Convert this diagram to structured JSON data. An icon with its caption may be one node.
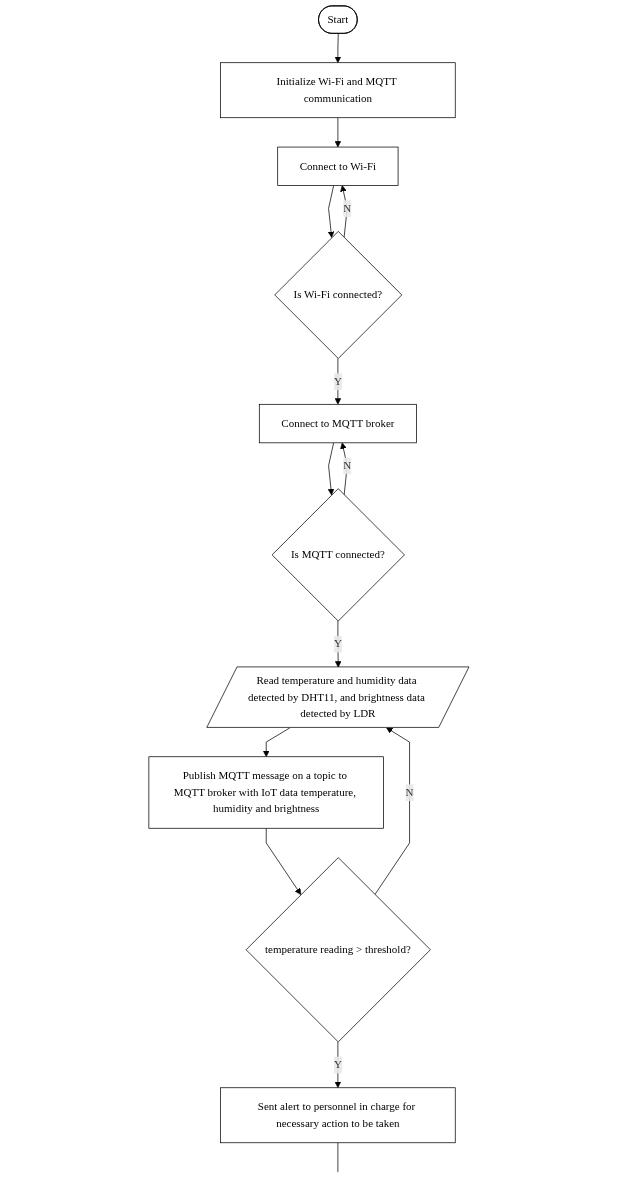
{
  "diagram": {
    "nodes": [
      {
        "text": [
          "Start"
        ]
      },
      {
        "text": [
          "Initialize Wi-Fi and MQTT communication"
        ]
      },
      {
        "text": [
          "Connect to Wi-Fi"
        ]
      },
      {
        "text": [
          "Is Wi-Fi connected?"
        ]
      },
      {
        "text": [
          "Connect to MQTT broker"
        ]
      },
      {
        "text": [
          "Is MQTT connected?"
        ]
      },
      {
        "text": [
          "Read temperature and humidity data detected by DHT11, and brightness data detected by LDR"
        ]
      },
      {
        "text": [
          "Publish MQTT message on a topic to MQTT broker with IoT data temperature, humidity and brightness"
        ]
      },
      {
        "text": [
          "temperature reading > threshold?"
        ]
      },
      {
        "text": [
          "Sent alert to personnel in charge for necessary action to be taken"
        ]
      }
    ],
    "edges": [
      {
        "from": 0,
        "to": 1,
        "arrow": "to"
      },
      {
        "from": 1,
        "to": 2,
        "arrow": "to"
      },
      {
        "from": 2,
        "to": 3,
        "arrow": "to"
      },
      {
        "from": 3,
        "to": 2,
        "label": "N",
        "arrow": "to"
      },
      {
        "from": 3,
        "to": 4,
        "label": "Y",
        "arrow": "to"
      },
      {
        "from": 4,
        "to": 5,
        "arrow": "to"
      },
      {
        "from": 5,
        "to": 4,
        "label": "N",
        "arrow": "to"
      },
      {
        "from": 5,
        "to": 6,
        "label": "Y",
        "arrow": "to"
      },
      {
        "from": 6,
        "to": 7,
        "arrow": "to"
      },
      {
        "from": 7,
        "to": 8,
        "arrow": "to"
      },
      {
        "from": 8,
        "to": 6,
        "label": "N",
        "arrow": "to"
      },
      {
        "from": 8,
        "to": 9,
        "label": "Y",
        "arrow": "to"
      },
      {
        "from": 9,
        "to": null,
        "arrow": "none"
      }
    ]
  }
}
